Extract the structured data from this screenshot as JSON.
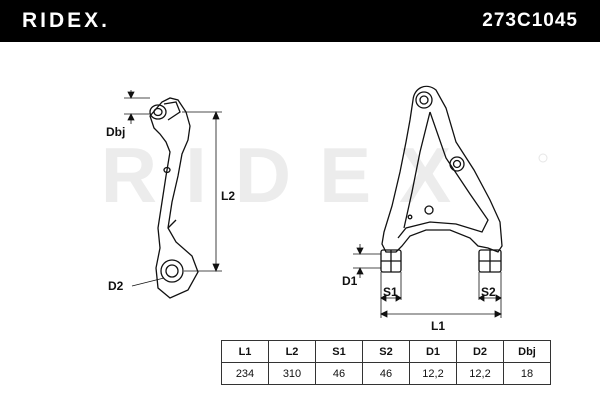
{
  "header": {
    "brand": "RIDEX.",
    "part_number": "273C1045"
  },
  "watermark": "RIDEX",
  "drawing": {
    "labels": {
      "dbj": "Dbj",
      "l2": "L2",
      "d2": "D2",
      "d1": "D1",
      "s1": "S1",
      "s2": "S2",
      "l1": "L1"
    }
  },
  "specs": {
    "headers": [
      "L1",
      "L2",
      "S1",
      "S2",
      "D1",
      "D2",
      "Dbj"
    ],
    "values": [
      "234",
      "310",
      "46",
      "46",
      "12,2",
      "12,2",
      "18"
    ]
  },
  "colors": {
    "header_bg": "#000000",
    "header_text": "#ffffff",
    "line": "#111111",
    "watermark": "#e9e9e9"
  }
}
